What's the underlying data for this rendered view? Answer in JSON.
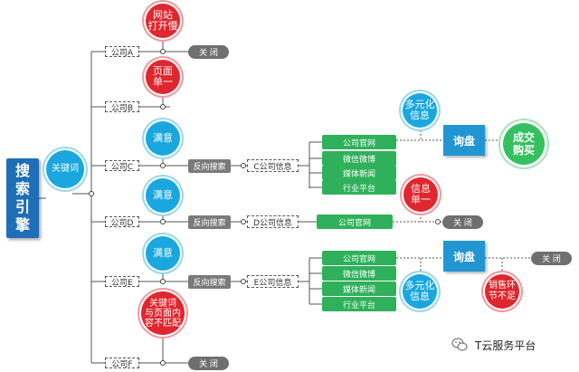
{
  "main_node": "搜\n索\n引\n擎",
  "keyword_node": "关键词",
  "companies": {
    "a": "公司A",
    "b": "公司B",
    "c": "公司C",
    "d": "公司D",
    "e": "公司E",
    "f": "公司F"
  },
  "close_label": "关  闭",
  "reverse_search": "反向搜索",
  "satisfied": "满意",
  "red_notes": {
    "a": "网站\n打开慢",
    "b": "页面\n单一",
    "f": "关键词\n与页面内\n容不匹配",
    "info_single": "信息\n单一",
    "sales_issue": "销售环\n节不足"
  },
  "company_info": {
    "c": "C公司信息",
    "d": "D公司信息",
    "e": "E公司信息"
  },
  "channels": {
    "official_site": "公司官网",
    "wechat_weibo": "微信微博",
    "media_news": "媒体新闻",
    "industry_platform": "行业平台"
  },
  "diversified_info": "多元化\n信息",
  "inquiry": "询盘",
  "deal": "成交\n购买",
  "watermark": "T云服务平台",
  "colors": {
    "primary_blue": "#1f6fb8",
    "red": "#e0262e",
    "cyan": "#1aa7df",
    "green": "#34c05f",
    "gray": "#7a7a7a"
  }
}
